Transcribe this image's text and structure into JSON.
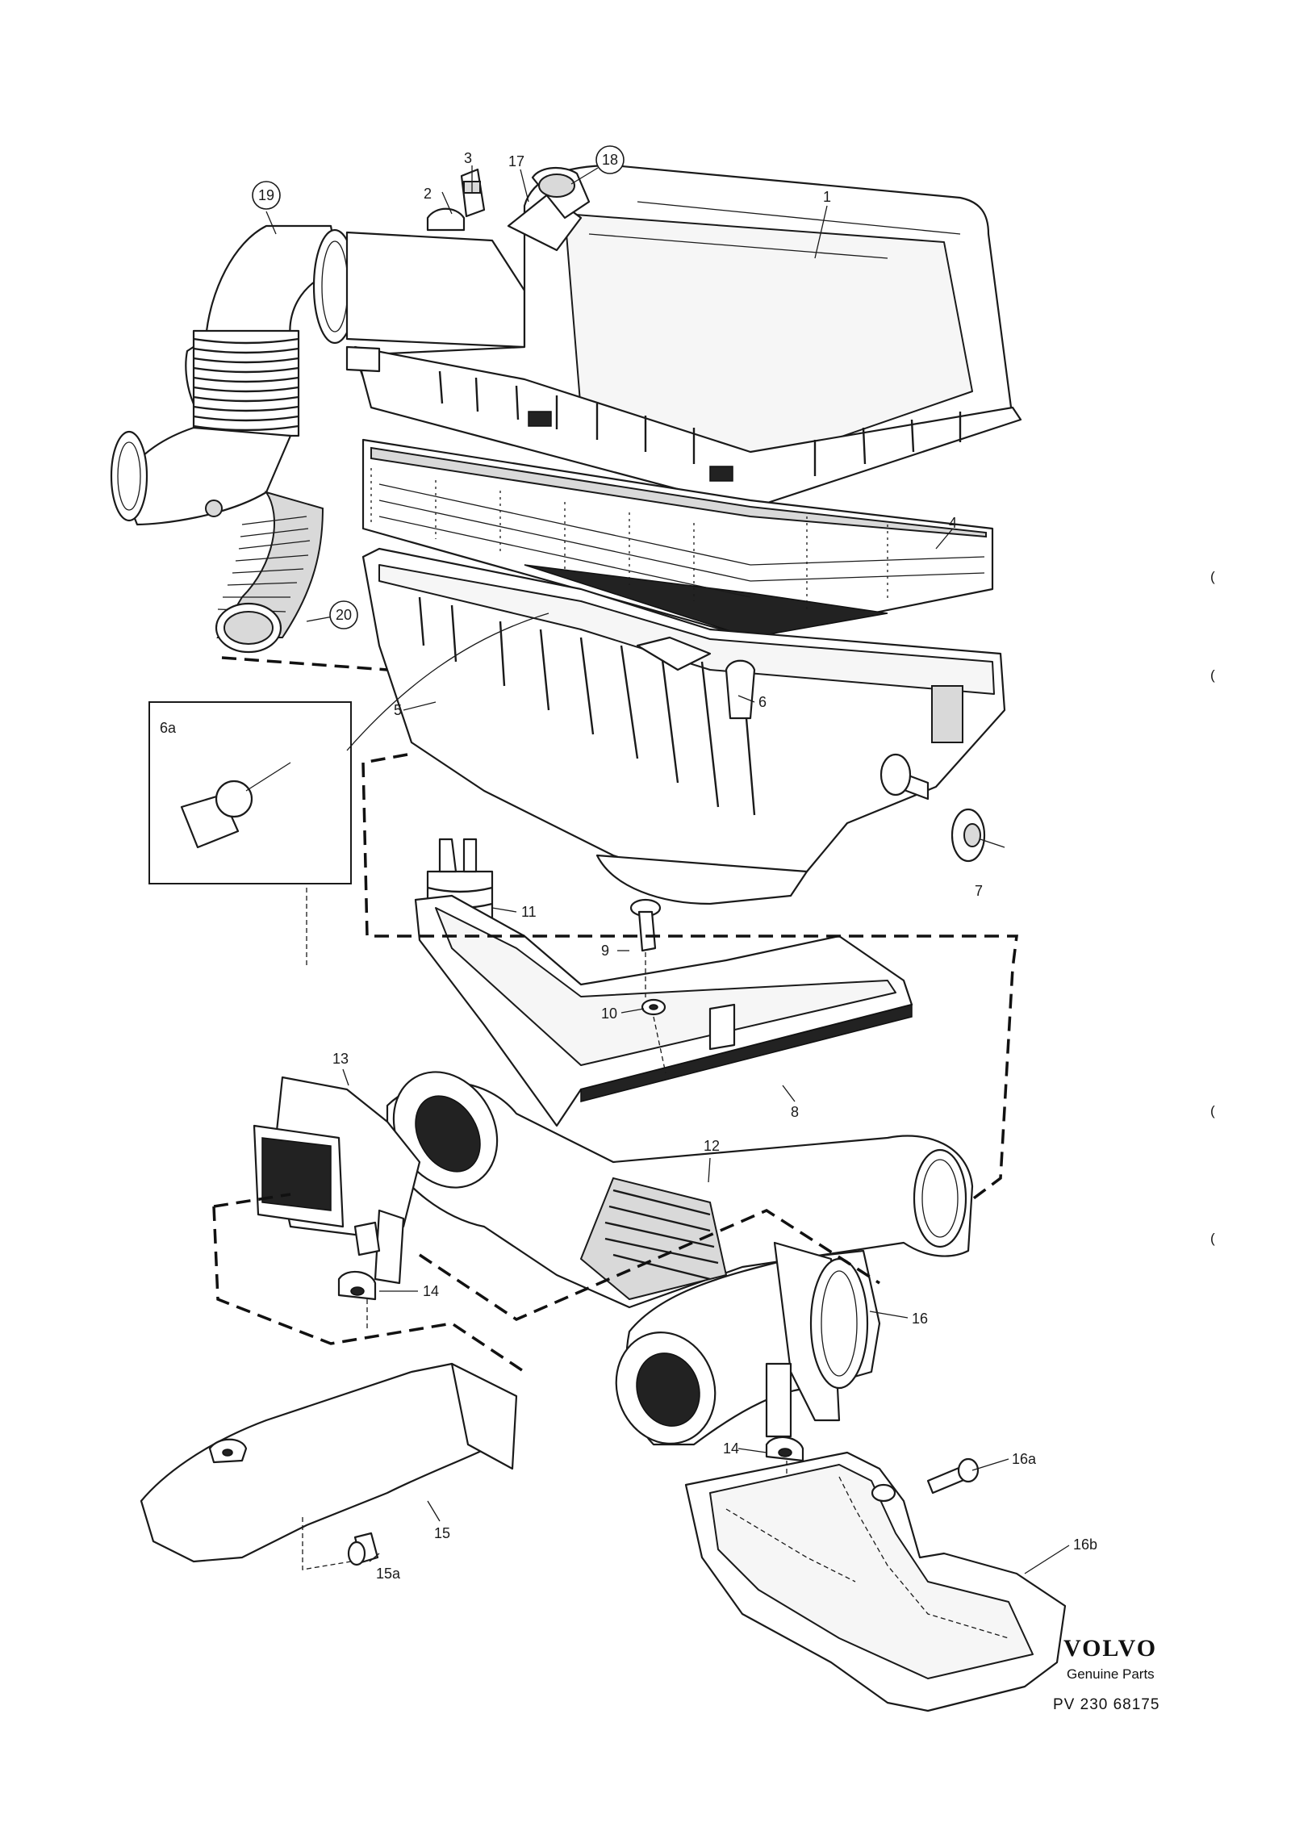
{
  "labels": {
    "l1": "1",
    "l2": "2",
    "l3": "3",
    "l4": "4",
    "l5": "5",
    "l6": "6",
    "l6a": "6a",
    "l7": "7",
    "l8": "8",
    "l9": "9",
    "l10": "10",
    "l11": "11",
    "l12": "12",
    "l13": "13",
    "l14a": "14",
    "l14b": "14",
    "l15": "15",
    "l15a": "15a",
    "l16": "16",
    "l16a": "16a",
    "l16b": "16b",
    "l17": "17",
    "l18": "18",
    "l19": "19",
    "l20": "20"
  },
  "footer": {
    "brand": "VOLVO",
    "tagline": "Genuine Parts",
    "reference": "PV 230  68175"
  },
  "margin_marks": [
    "(",
    "(",
    "(",
    "("
  ]
}
